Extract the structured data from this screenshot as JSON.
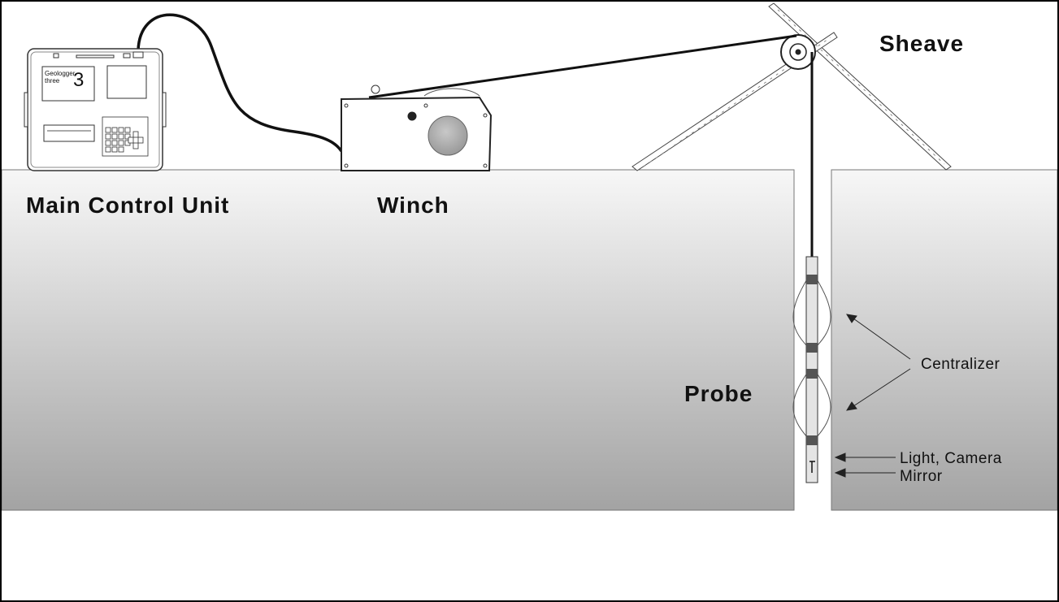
{
  "labels": {
    "main_control_unit": "Main Control Unit",
    "winch": "Winch",
    "sheave": "Sheave",
    "probe": "Probe",
    "centralizer": "Centralizer",
    "light_camera": "Light, Camera",
    "mirror": "Mirror"
  },
  "device": {
    "screen_text_line1": "Geologger",
    "screen_text_line2": "three",
    "screen_digit": "3"
  },
  "colors": {
    "ground_top": "#f7f7f7",
    "ground_bottom": "#a3a3a3",
    "line": "#111111"
  }
}
